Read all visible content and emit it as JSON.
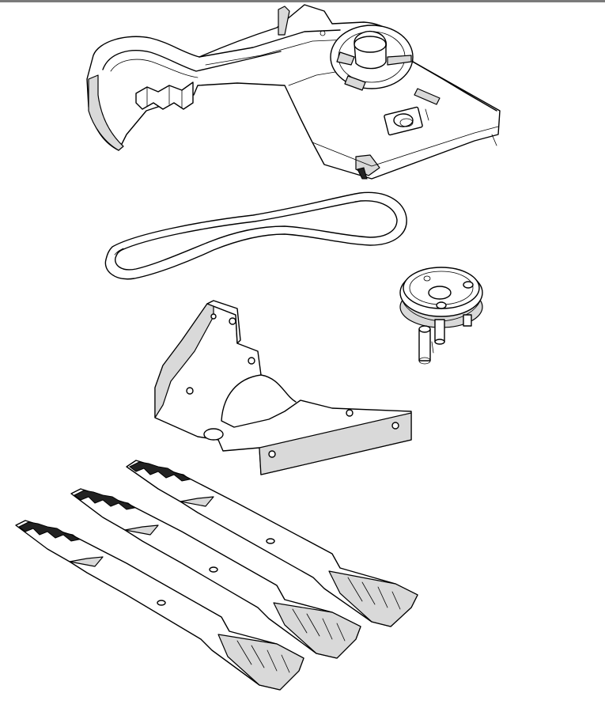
{
  "colors": {
    "background": "#ffffff",
    "top_bar": "#7a7a7a",
    "line": "#000000",
    "shade": "#d9d9d9"
  },
  "figure": {
    "parts": [
      {
        "name": "blade-shield-deflector",
        "icon": "deflector-housing-icon"
      },
      {
        "name": "drive-belt",
        "icon": "belt-loop-icon"
      },
      {
        "name": "spindle-pulley",
        "icon": "pulley-icon"
      },
      {
        "name": "mounting-bracket",
        "icon": "bracket-icon"
      },
      {
        "name": "mower-blades",
        "icon": "blade-icon",
        "count": 3
      }
    ]
  }
}
